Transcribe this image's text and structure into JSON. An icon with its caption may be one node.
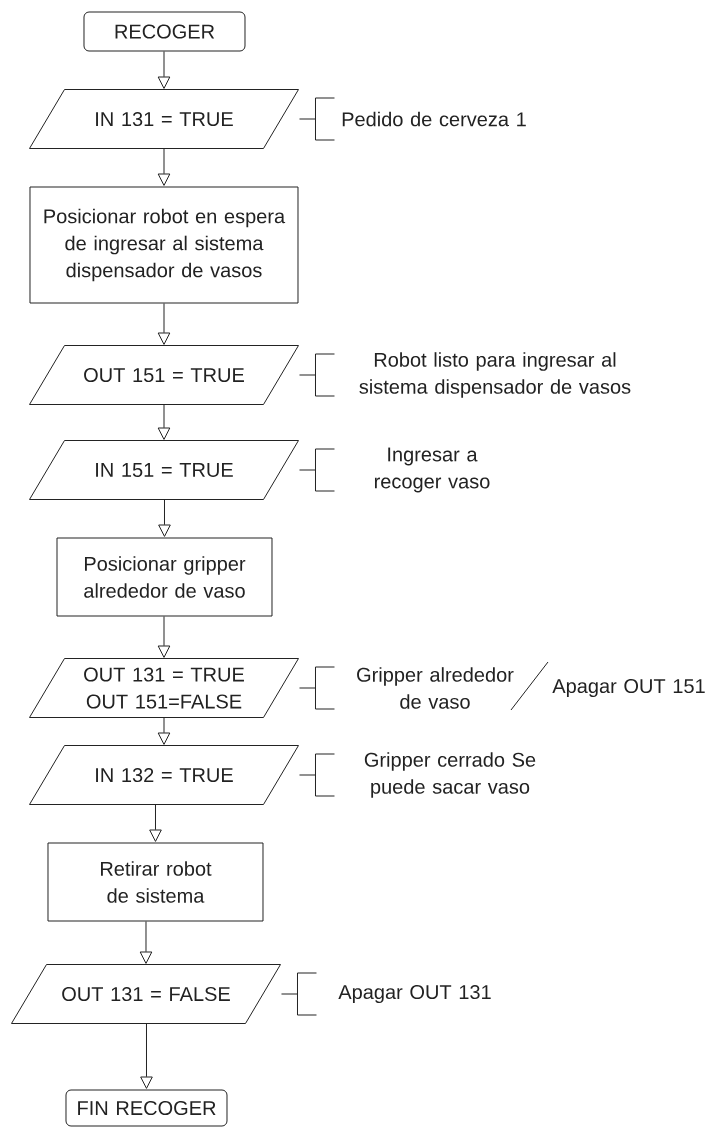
{
  "diagram": {
    "nodes": [
      {
        "text": [
          "RECOGER"
        ]
      },
      {
        "text": [
          "IN 131 = TRUE"
        ]
      },
      {
        "text": [
          "Posicionar robot en espera de ingresar al sistema dispensador de vasos"
        ]
      },
      {
        "text": [
          "OUT 151 = TRUE"
        ]
      },
      {
        "text": [
          "IN 151 = TRUE"
        ]
      },
      {
        "text": [
          "Posicionar gripper alrededor de vaso"
        ]
      },
      {
        "text": [
          "OUT 131 = TRUE OUT 151=FALSE"
        ]
      },
      {
        "text": [
          "IN 132 = TRUE"
        ]
      },
      {
        "text": [
          "Retirar robot de sistema"
        ]
      },
      {
        "text": [
          "OUT 131 = FALSE"
        ]
      },
      {
        "text": [
          "FIN RECOGER"
        ]
      }
    ],
    "edges": [
      {
        "from": 0,
        "to": 1,
        "arrow": "to"
      },
      {
        "from": 1,
        "to": 2,
        "arrow": "to"
      },
      {
        "from": 2,
        "to": 3,
        "arrow": "to"
      },
      {
        "from": 3,
        "to": 4,
        "arrow": "to"
      },
      {
        "from": 4,
        "to": 5,
        "arrow": "to"
      },
      {
        "from": 5,
        "to": 6,
        "arrow": "to"
      },
      {
        "from": 6,
        "to": 7,
        "arrow": "to"
      },
      {
        "from": 7,
        "to": 8,
        "arrow": "to"
      },
      {
        "from": 8,
        "to": 9,
        "arrow": "to"
      },
      {
        "from": 9,
        "to": 10,
        "arrow": "to"
      }
    ],
    "labels": [
      "Pedido de cerveza 1",
      "Robot listo para ingresar al sistema dispensador de vasos",
      "Ingresar a recoger vaso",
      "Gripper alrededor de vaso",
      "Apagar OUT 151",
      "Gripper cerrado Se puede sacar vaso",
      "Apagar OUT 131"
    ]
  }
}
